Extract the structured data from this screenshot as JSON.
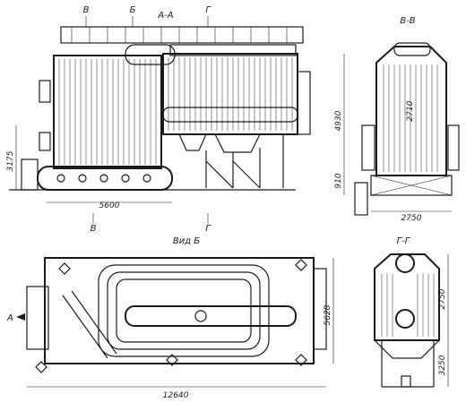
{
  "views": {
    "section_aa": "А-А",
    "section_vv": "В-В",
    "view_b": "Вид Б",
    "section_gg": "Г-Г"
  },
  "markers": {
    "v_top": "В",
    "b_top": "Б",
    "g_top": "Г",
    "v_bottom": "В",
    "g_bottom": "Г",
    "a_arrow": "А"
  },
  "dimensions": {
    "d3175": "3175",
    "d5600": "5600",
    "d4930": "4930",
    "d2710": "2710",
    "d910": "910",
    "d2750_vv": "2750",
    "d5628": "5628",
    "d12640": "12640",
    "d2750_gg": "2750",
    "d3250": "3250"
  }
}
